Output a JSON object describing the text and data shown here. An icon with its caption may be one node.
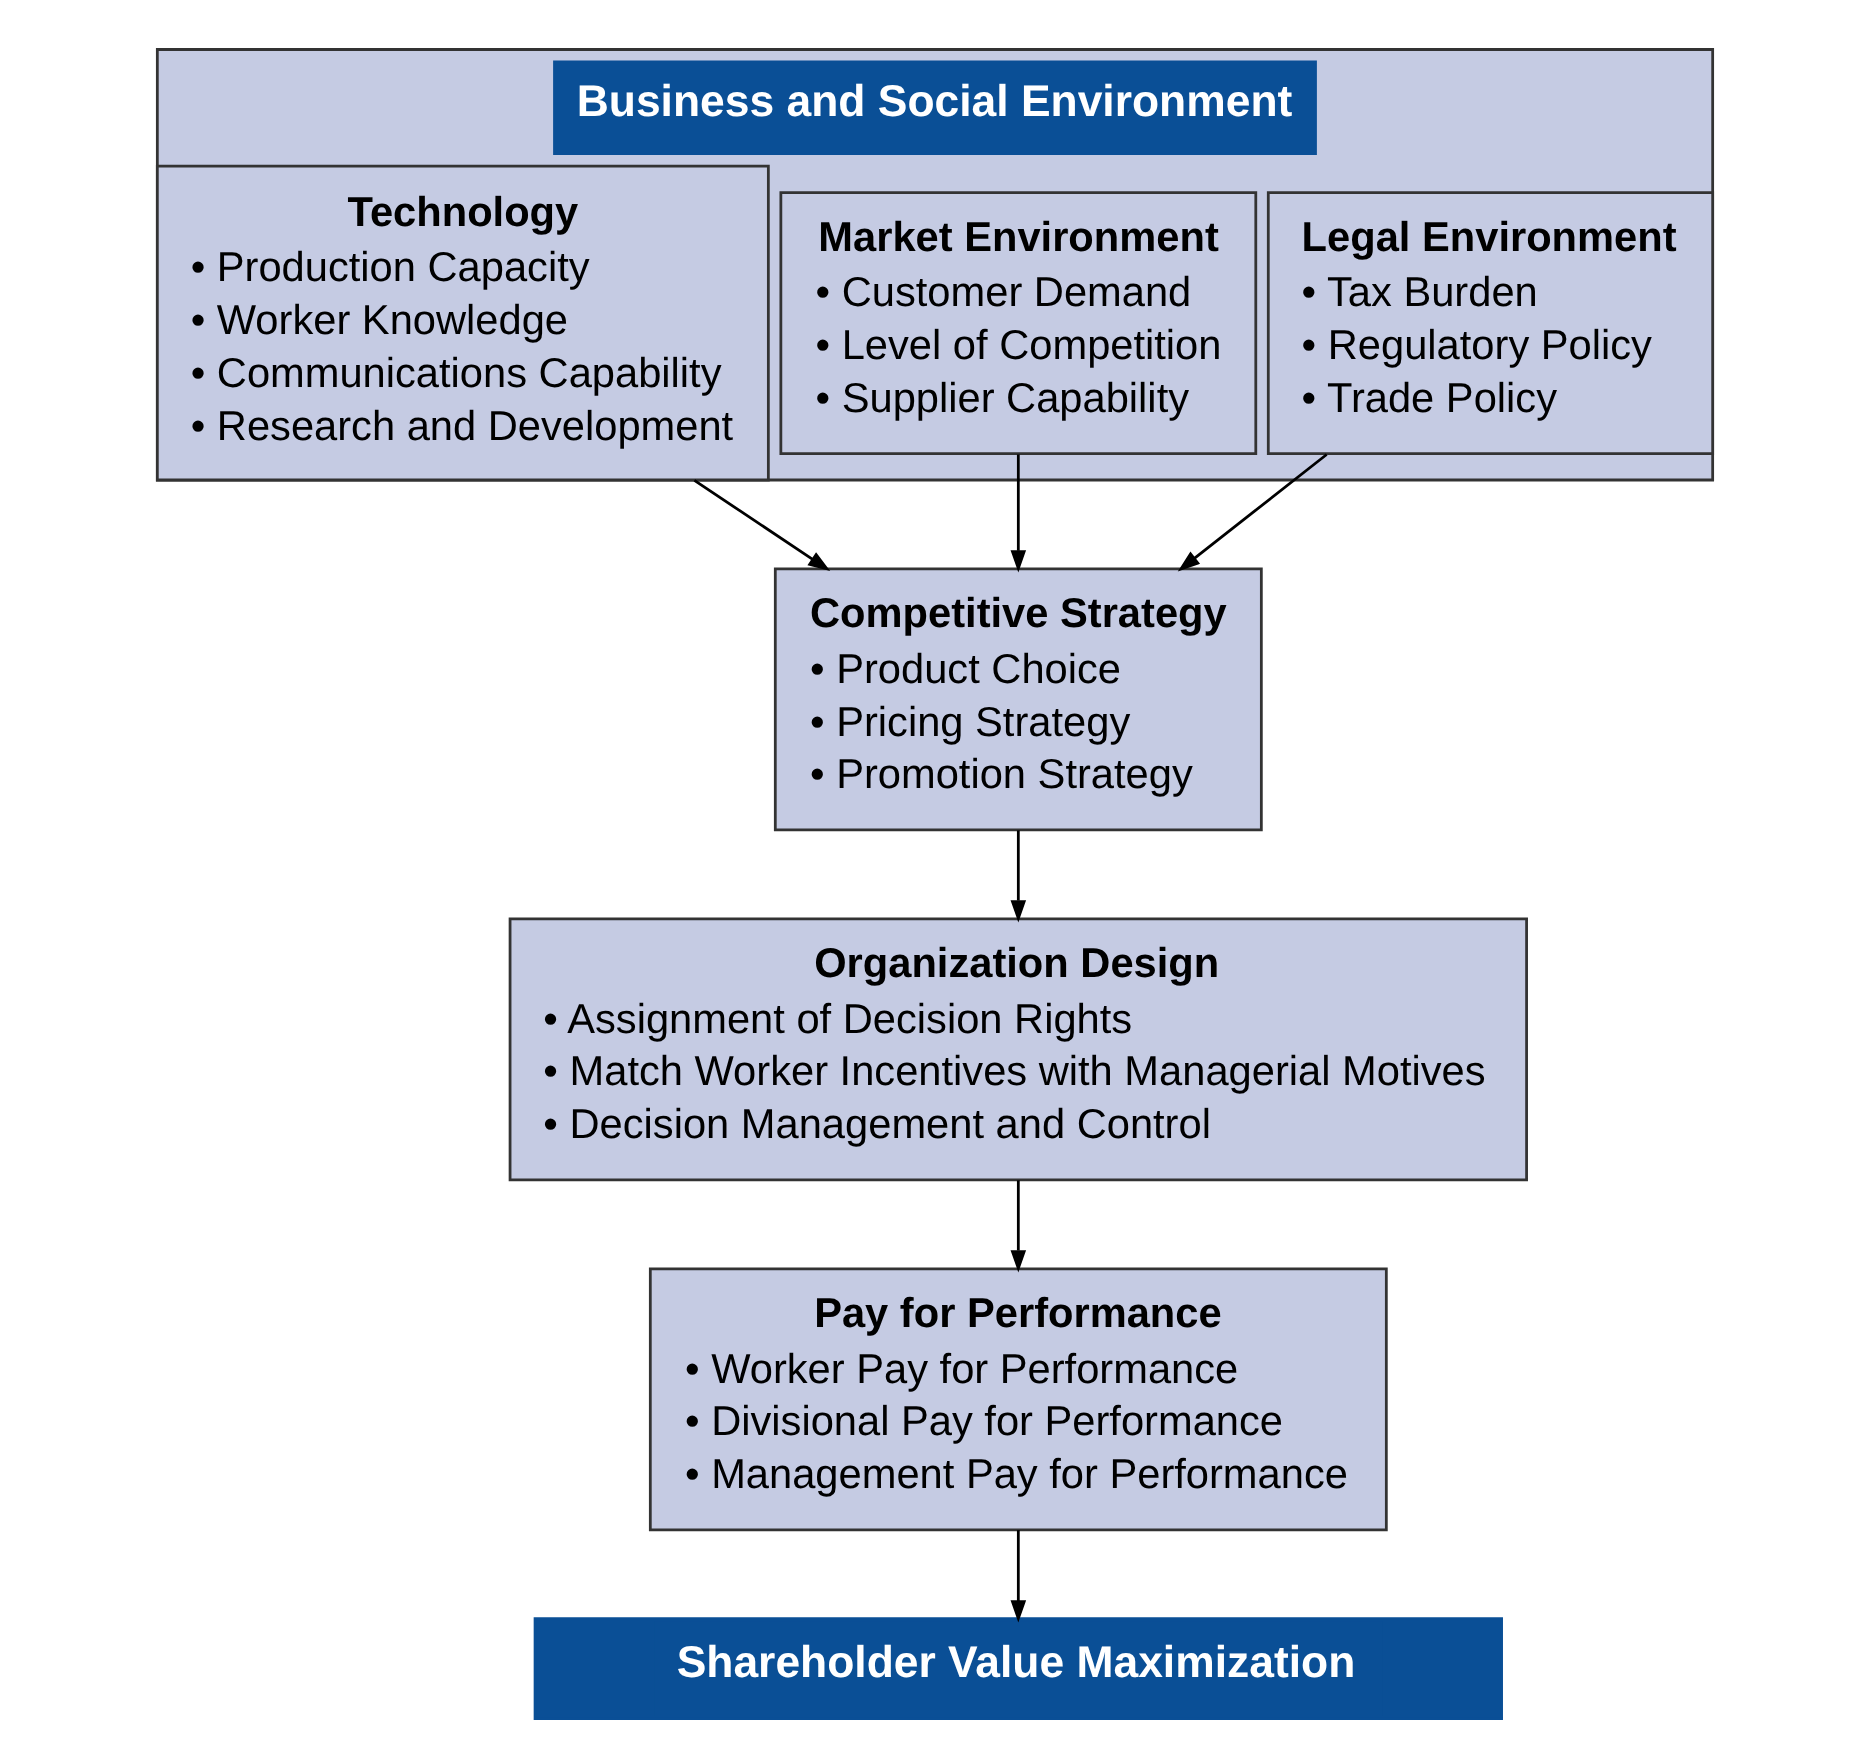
{
  "diagram": {
    "nodes": [
      {
        "text": [
          "Business and Social Environment"
        ]
      },
      {
        "text": [
          "Technology",
          "• Production Capacity",
          "• Worker Knowledge",
          "• Communications Capability",
          "• Research and Development"
        ],
        "in": 0
      },
      {
        "text": [
          "Market Environment",
          "• Customer Demand",
          "• Level of Competition",
          "• Supplier Capability"
        ],
        "in": 0
      },
      {
        "text": [
          "Legal Environment",
          "• Tax Burden",
          "• Regulatory Policy",
          "• Trade Policy"
        ],
        "in": 0
      },
      {
        "text": [
          "Competitive Strategy",
          "• Product Choice",
          "• Pricing Strategy",
          "• Promotion Strategy"
        ]
      },
      {
        "text": [
          "Organization Design",
          "• Assignment of Decision Rights",
          "• Match Worker Incentives with Managerial Motives",
          "• Decision Management and Control"
        ]
      },
      {
        "text": [
          "Pay for Performance",
          "• Worker Pay for Performance",
          "• Divisional Pay for Performance",
          "• Management Pay for Performance"
        ]
      },
      {
        "text": [
          "Shareholder Value Maximization"
        ]
      }
    ],
    "edges": [
      {
        "from": 1,
        "to": 4,
        "arrow": "to"
      },
      {
        "from": 2,
        "to": 4,
        "arrow": "to"
      },
      {
        "from": 3,
        "to": 4,
        "arrow": "to"
      },
      {
        "from": 4,
        "to": 5,
        "arrow": "to"
      },
      {
        "from": 5,
        "to": 6,
        "arrow": "to"
      },
      {
        "from": 6,
        "to": 7,
        "arrow": "to"
      }
    ]
  }
}
